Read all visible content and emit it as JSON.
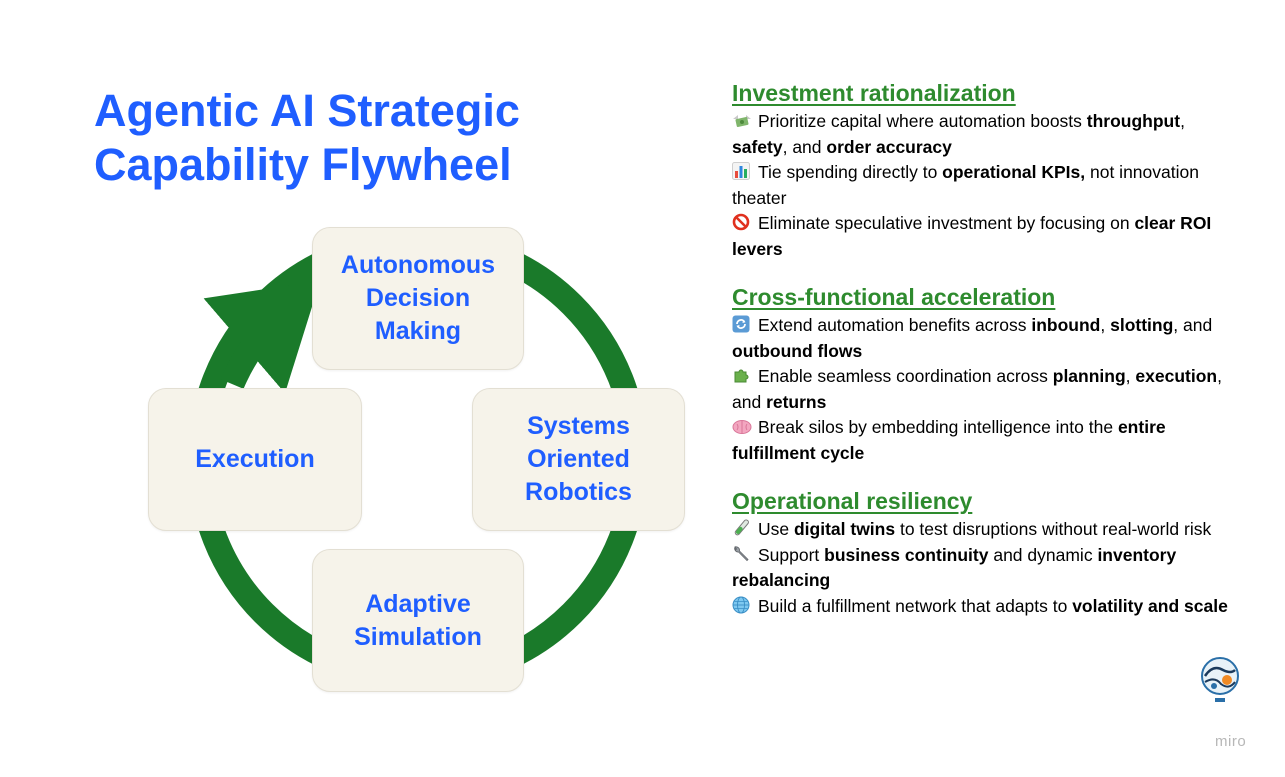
{
  "title": {
    "line1": "Agentic AI Strategic",
    "line2": "Capability Flywheel"
  },
  "flywheel": {
    "arrow_color": "#1a7a2a",
    "nodes": {
      "top": [
        "Autonomous",
        "Decision",
        "Making"
      ],
      "right": [
        "Systems",
        "Oriented",
        "Robotics"
      ],
      "bottom": [
        "Adaptive",
        "Simulation"
      ],
      "left": [
        "Execution"
      ]
    }
  },
  "sections": [
    {
      "heading": "Investment rationalization",
      "bullets": [
        {
          "icon": "money-wings-icon",
          "parts": [
            "Prioritize capital where automation boosts ",
            "throughput",
            ", ",
            "safety",
            ", and ",
            "order accuracy"
          ]
        },
        {
          "icon": "bar-chart-icon",
          "parts": [
            "Tie spending directly to ",
            "operational KPIs,",
            " not innovation theater"
          ]
        },
        {
          "icon": "prohibited-icon",
          "parts": [
            "Eliminate speculative investment by focusing on ",
            "clear ROI levers"
          ]
        }
      ]
    },
    {
      "heading": "Cross-functional acceleration",
      "bullets": [
        {
          "icon": "cycle-arrows-icon",
          "parts": [
            "Extend automation benefits across ",
            "inbound",
            ", ",
            "slotting",
            ", and ",
            "outbound flows"
          ]
        },
        {
          "icon": "puzzle-piece-icon",
          "parts": [
            "Enable seamless coordination across ",
            "planning",
            ", ",
            "execution",
            ", and ",
            "returns"
          ]
        },
        {
          "icon": "brain-icon",
          "parts": [
            "Break silos by embedding intelligence into the ",
            "entire fulfillment cycle"
          ]
        }
      ]
    },
    {
      "heading": "Operational resiliency",
      "bullets": [
        {
          "icon": "test-tube-icon",
          "parts": [
            "Use ",
            "digital twins",
            " to test disruptions without real-world risk"
          ]
        },
        {
          "icon": "wrench-icon",
          "parts": [
            "Support ",
            "business continuity",
            " and dynamic ",
            "inventory rebalancing"
          ]
        },
        {
          "icon": "globe-icon",
          "parts": [
            "Build a fulfillment network that adapts to ",
            "volatility and scale"
          ]
        }
      ]
    }
  ],
  "watermark": "miro",
  "colors": {
    "title": "#1f5eff",
    "heading": "#2e8b2e",
    "node_bg": "#f6f3ea"
  }
}
